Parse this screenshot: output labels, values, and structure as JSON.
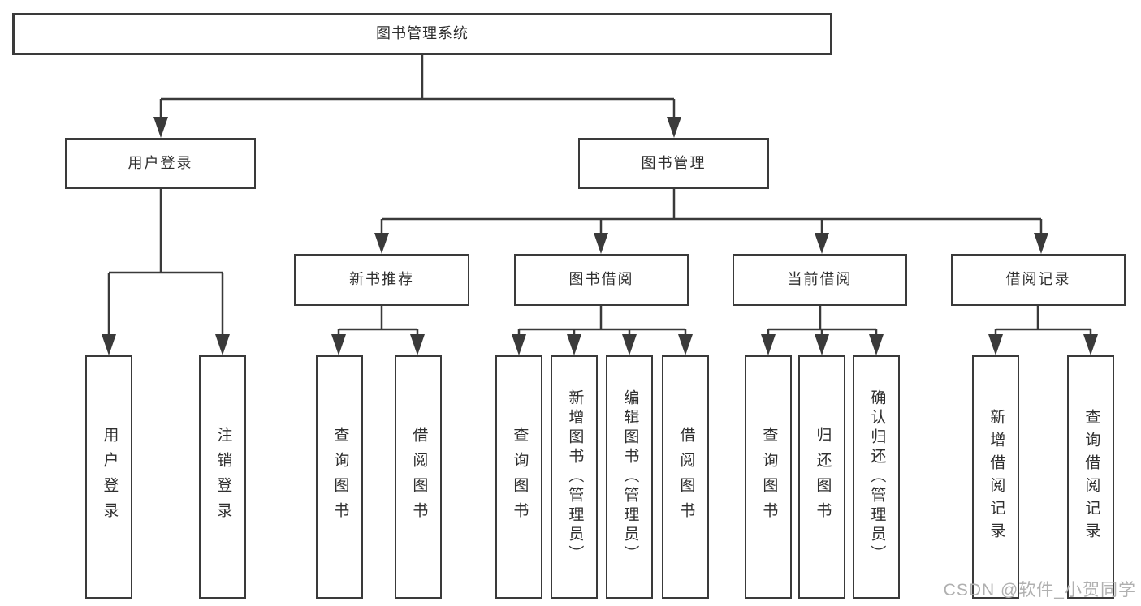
{
  "tree": {
    "root": "图书管理系统",
    "children": [
      {
        "label": "用户登录",
        "children": [
          "用户登录",
          "注销登录"
        ]
      },
      {
        "label": "图书管理",
        "children": [
          {
            "label": "新书推荐",
            "children": [
              "查询图书",
              "借阅图书"
            ]
          },
          {
            "label": "图书借阅",
            "children": [
              "查询图书",
              "新增图书（管理员）",
              "编辑图书（管理员）",
              "借阅图书"
            ]
          },
          {
            "label": "当前借阅",
            "children": [
              "查询图书",
              "归还图书",
              "确认归还（管理员）"
            ]
          },
          {
            "label": "借阅记录",
            "children": [
              "新增借阅记录",
              "查询借阅记录"
            ]
          }
        ]
      }
    ]
  },
  "watermark": "CSDN @软件_小贺同学",
  "colors": {
    "line": "#3a3a3a",
    "box_border": "#3a3a3a",
    "text": "#2f2f2f",
    "watermark": "#b0b0b0",
    "background": "#ffffff"
  }
}
